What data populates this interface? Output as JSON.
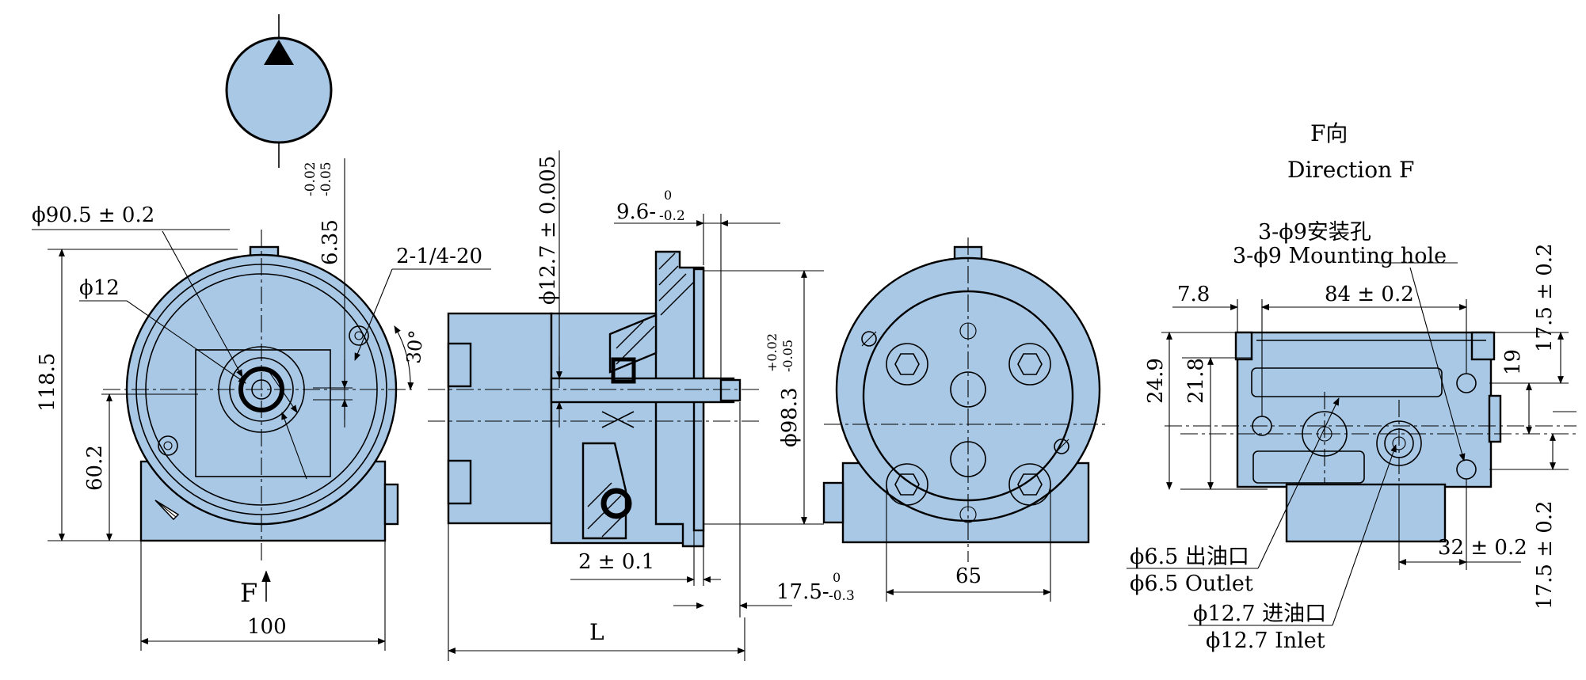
{
  "colors": {
    "body_fill": "#a8c8e6",
    "line": "#000000",
    "background": "#ffffff"
  },
  "symbol": {
    "name": "hydraulic-pump-symbol"
  },
  "front_view": {
    "d90": "ϕ90.5 ± 0.2",
    "d12": "ϕ12",
    "h118": "118.5",
    "h60": "60.2",
    "key_w": "6.35",
    "key_tol_up": "-0.02",
    "key_tol_lo": "-0.05",
    "thread": "2-1/4-20",
    "angle": "30°",
    "width100": "100",
    "f_label": "F"
  },
  "side_view": {
    "shaft_d": "ϕ12.7 ± 0.005",
    "flange_t": "9.6-",
    "flange_t_up": "0",
    "flange_t_lo": "-0.2",
    "pilot_d": "ϕ98.3",
    "pilot_up": "+0.02",
    "pilot_lo": "-0.05",
    "step": "2 ± 0.1",
    "shaft_len": "17.5-",
    "shaft_len_up": "0",
    "shaft_len_lo": "-0.3",
    "length": "L"
  },
  "rear_view": {
    "width65": "65"
  },
  "f_view": {
    "title_cn": "F向",
    "title_en": "Direction F",
    "hole_cn": "3-ϕ9安装孔",
    "hole_en": "3-ϕ9 Mounting hole",
    "d7_8": "7.8",
    "d84": "84 ± 0.2",
    "d17_5_top": "17.5 ± 0.2",
    "d24_9": "24.9",
    "d21_8": "21.8",
    "d19": "19",
    "d32": "32 ± 0.2",
    "d17_5_bot": "17.5 ± 0.2",
    "outlet_cn": "ϕ6.5 出油口",
    "outlet_en": "ϕ6.5  Outlet",
    "inlet_cn": "ϕ12.7 进油口",
    "inlet_en": "ϕ12.7 Inlet"
  }
}
